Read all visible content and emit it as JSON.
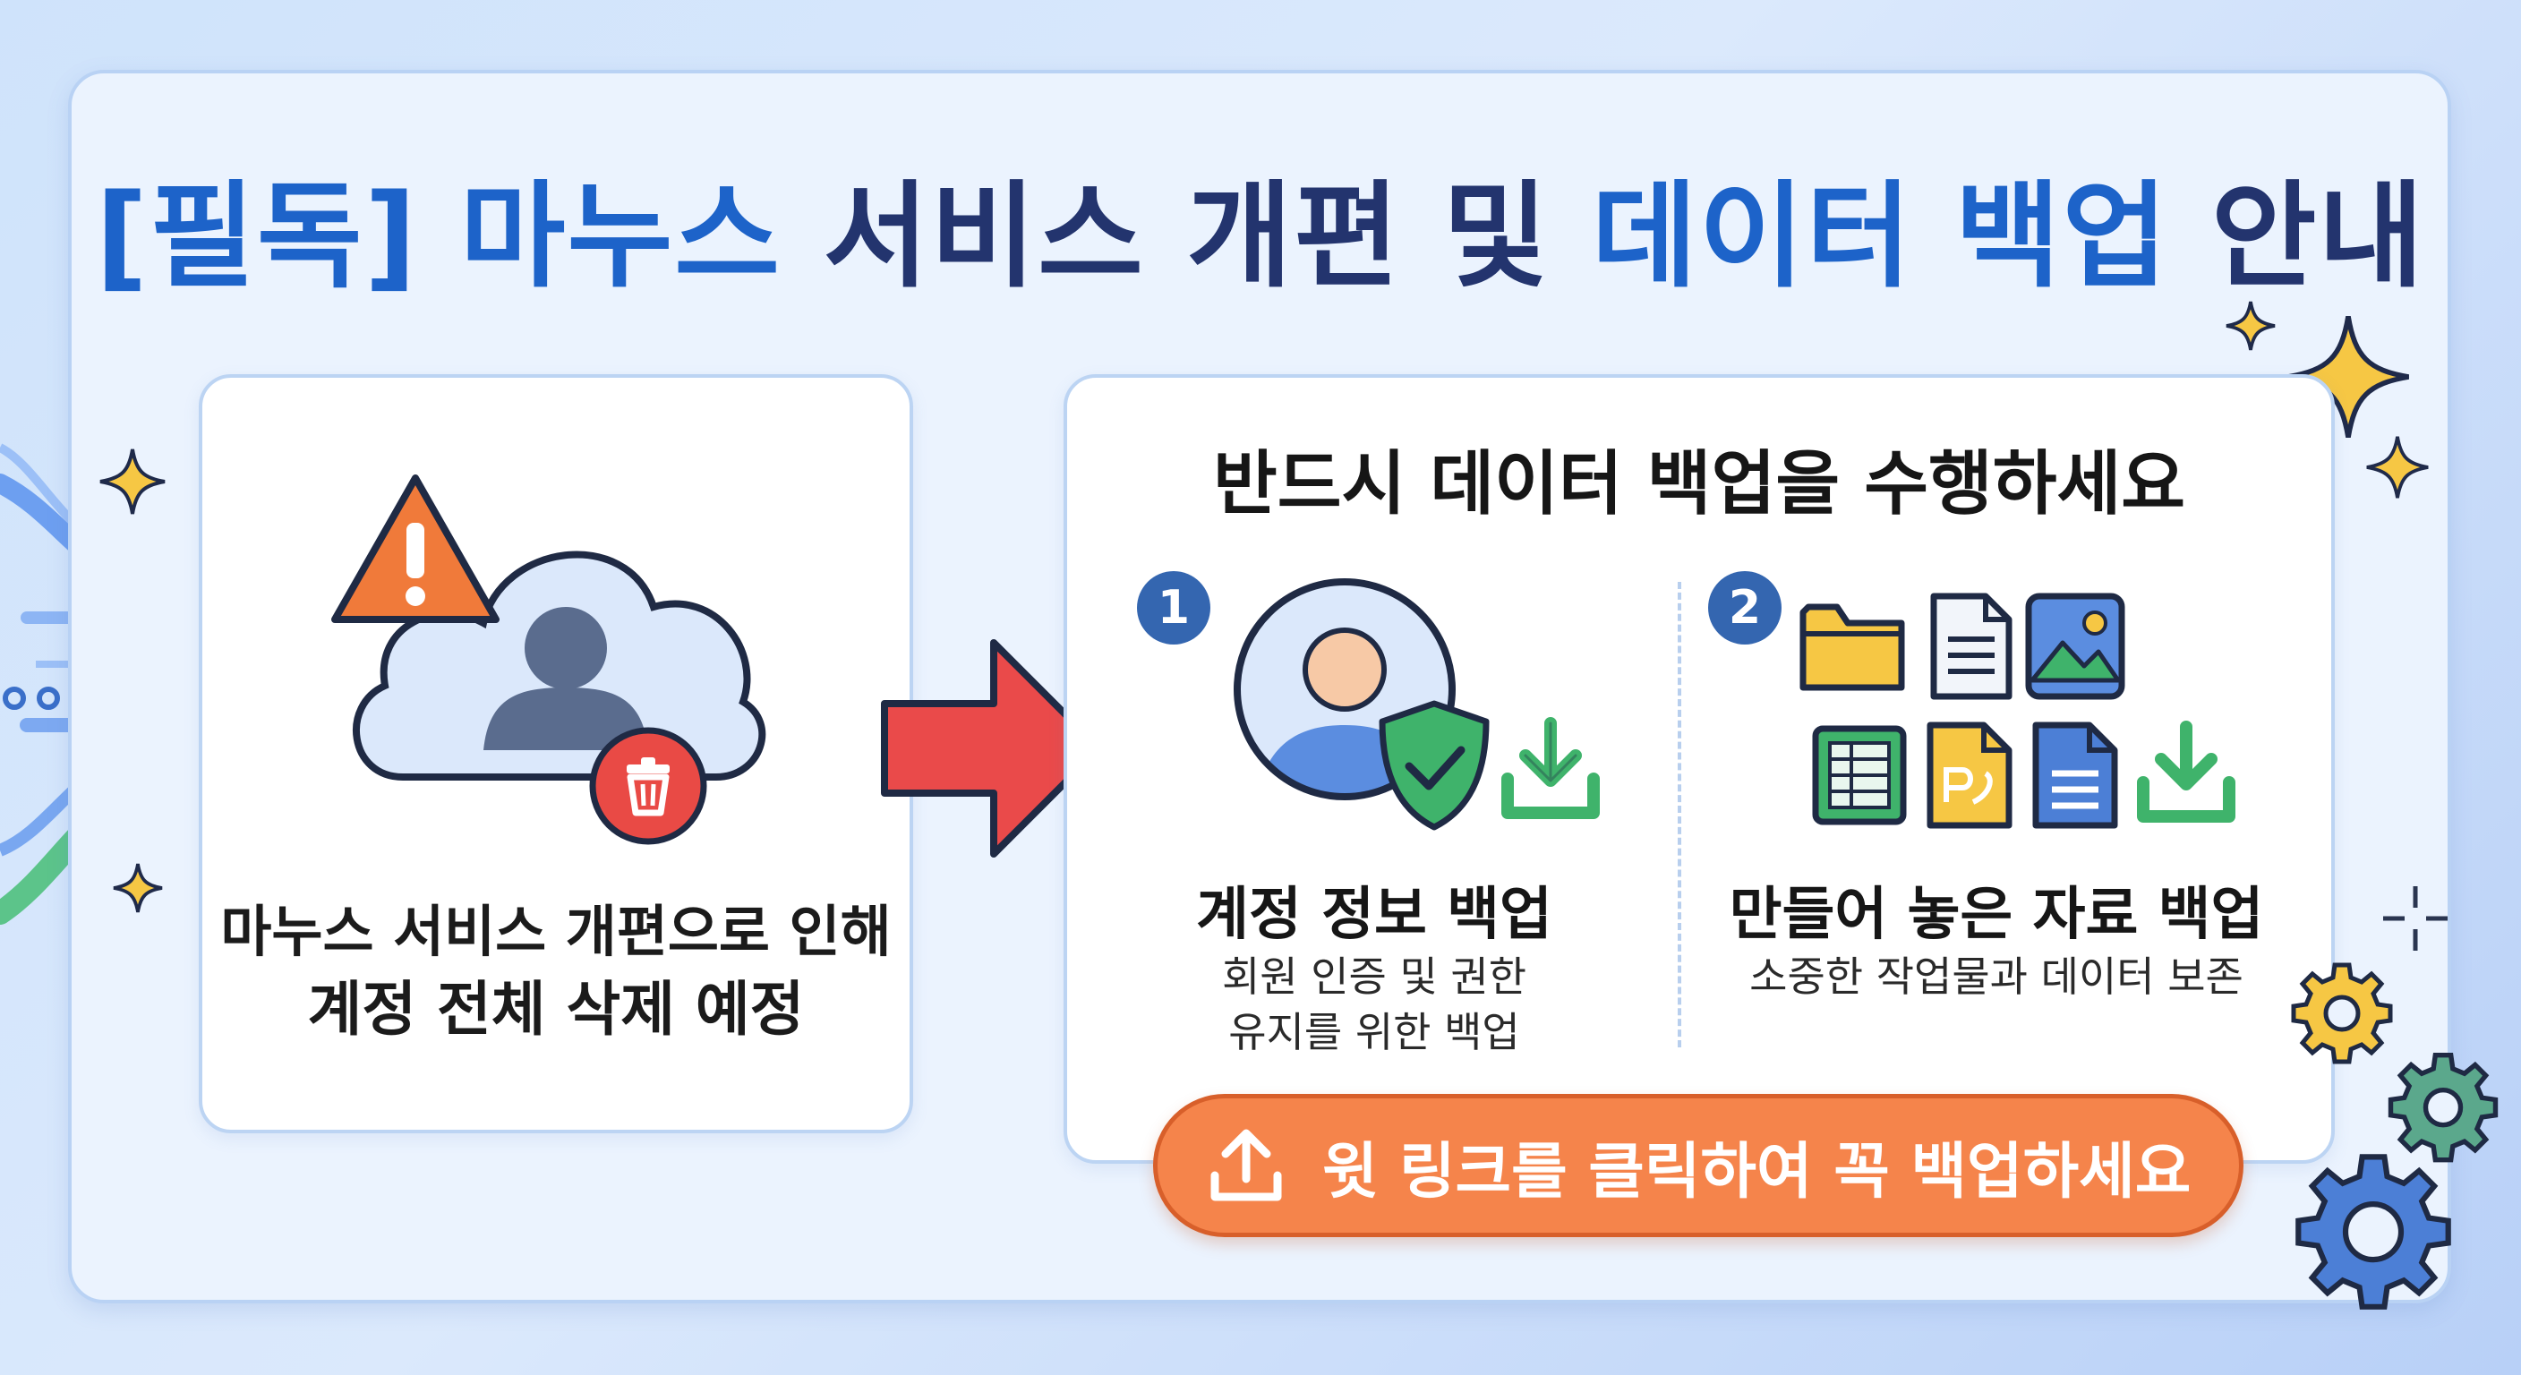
{
  "title": {
    "part1": "[필독]",
    "part2": "마누스",
    "part3": "서비스 개편 및",
    "part4": "데이터",
    "part5": "백업",
    "part6": "안내"
  },
  "warning_card": {
    "line1": "마누스 서비스 개편으로 인해",
    "line2": "계정 전체 삭제 예정"
  },
  "backup_card": {
    "heading": "반드시 데이터 백업을 수행하세요",
    "steps": [
      {
        "number": "1",
        "title": "계정 정보 백업",
        "desc_line1": "회원 인증 및 권한",
        "desc_line2": "유지를 위한 백업"
      },
      {
        "number": "2",
        "title": "만들어 놓은 자료 백업",
        "desc_line1": "소중한 작업물과 데이터 보존"
      }
    ]
  },
  "cta": {
    "label": "윗 링크를 클릭하여 꼭 백업하세요",
    "icon": "upload-icon"
  },
  "colors": {
    "accent_blue": "#1d63c9",
    "navy": "#23346e",
    "warning_orange": "#f07a3a",
    "arrow_red": "#ea4a4a",
    "cta_orange": "#f5844b",
    "success_green": "#3fb36b",
    "star_yellow": "#f6c744"
  }
}
